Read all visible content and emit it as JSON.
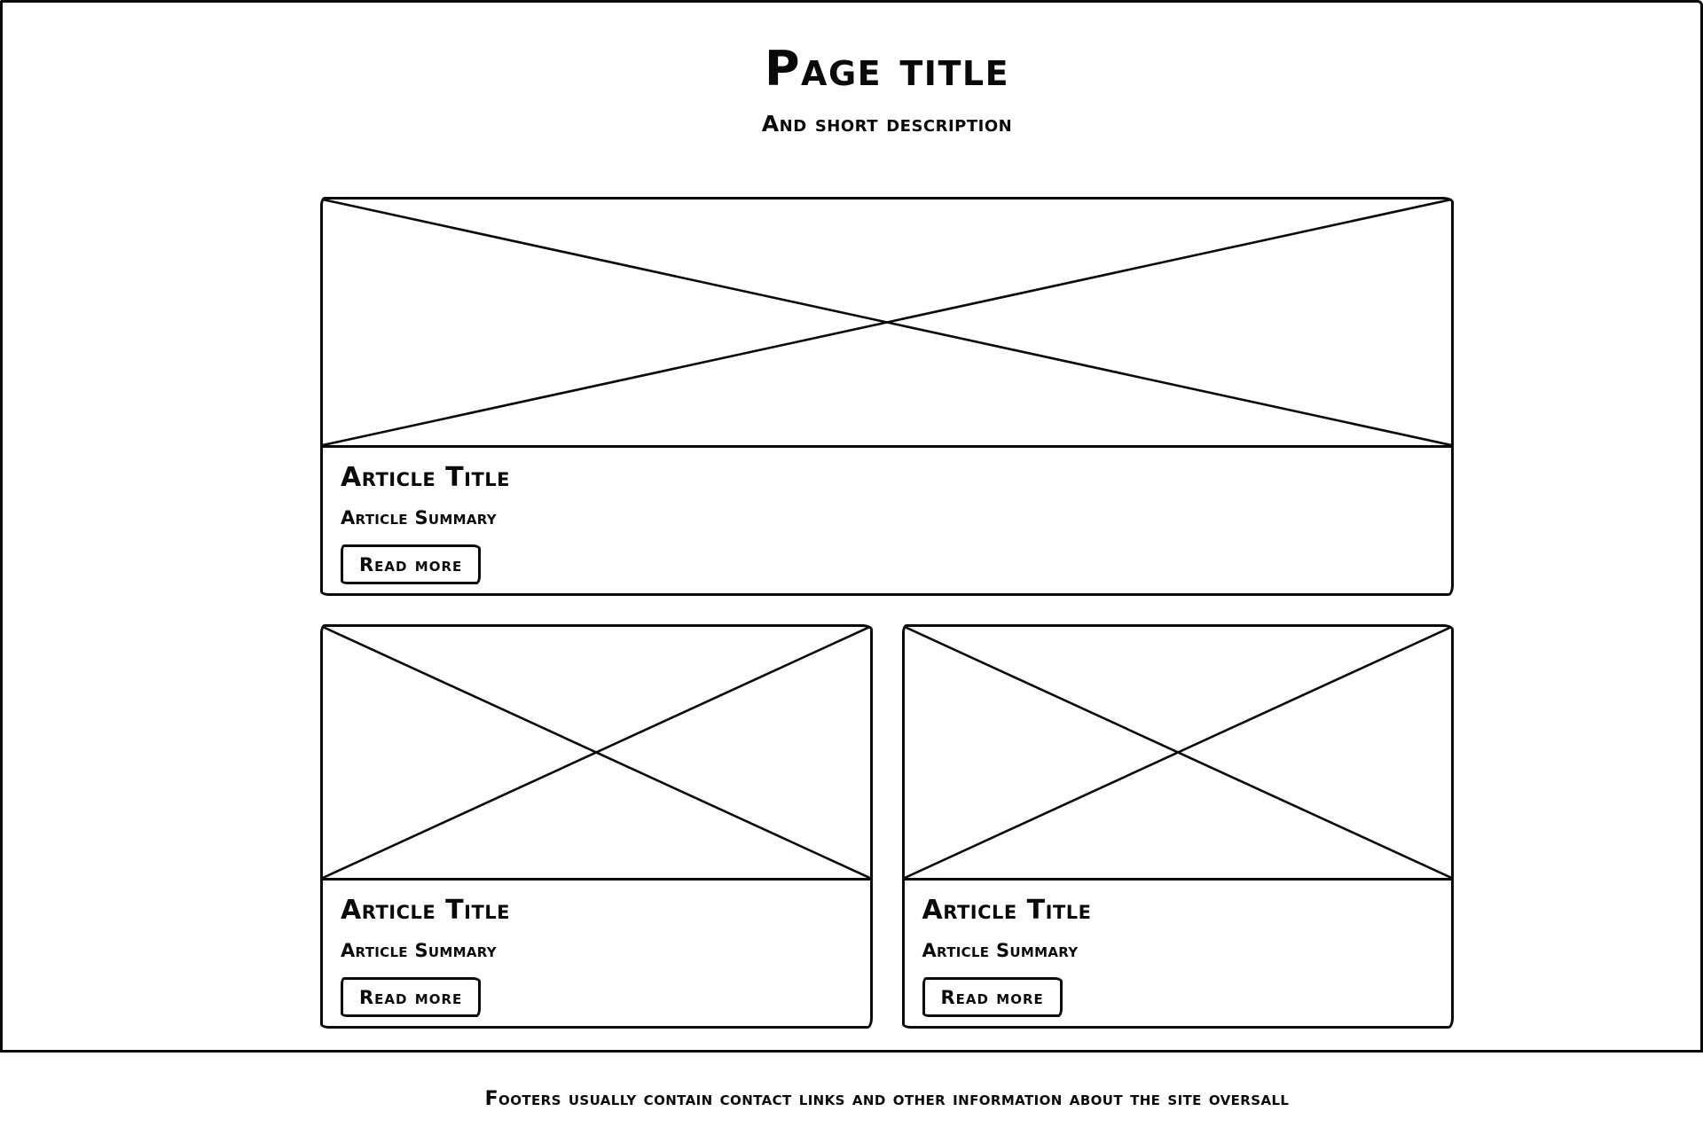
{
  "colors": {
    "ink": "#000000",
    "background": "#ffffff"
  },
  "header": {
    "title": "Page title",
    "description": "And short description"
  },
  "articles": {
    "featured": {
      "title": "Article Title",
      "summary": "Article Summary",
      "read_more": "Read more",
      "image": "image-placeholder-x"
    },
    "secondary": [
      {
        "title": "Article Title",
        "summary": "Article Summary",
        "read_more": "Read more",
        "image": "image-placeholder-x"
      },
      {
        "title": "Article Title",
        "summary": "Article Summary",
        "read_more": "Read more",
        "image": "image-placeholder-x"
      }
    ]
  },
  "footer": {
    "text": "Footers usually contain contact links and other information about the site oversall"
  }
}
